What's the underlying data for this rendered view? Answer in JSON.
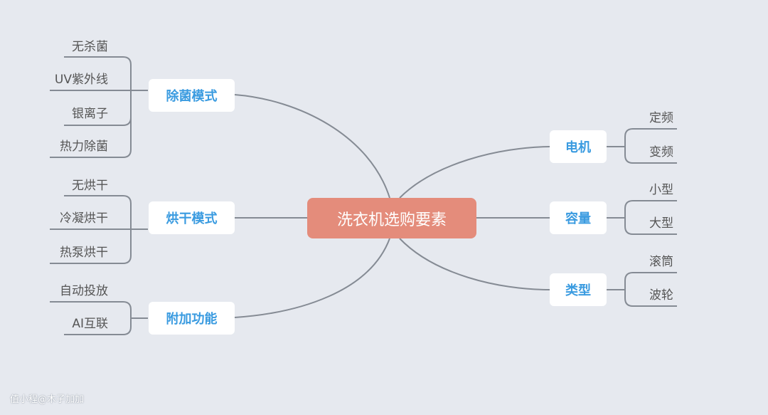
{
  "central": "洗衣机选购要素",
  "branches": {
    "sterilize": {
      "label": "除菌模式",
      "leaves": [
        "无杀菌",
        "UV紫外线",
        "银离子",
        "热力除菌"
      ]
    },
    "dry": {
      "label": "烘干模式",
      "leaves": [
        "无烘干",
        "冷凝烘干",
        "热泵烘干"
      ]
    },
    "extra": {
      "label": "附加功能",
      "leaves": [
        "自动投放",
        "AI互联"
      ]
    },
    "motor": {
      "label": "电机",
      "leaves": [
        "定频",
        "变频"
      ]
    },
    "capacity": {
      "label": "容量",
      "leaves": [
        "小型",
        "大型"
      ]
    },
    "type": {
      "label": "类型",
      "leaves": [
        "滚筒",
        "波轮"
      ]
    }
  },
  "watermark": "值小程@木子加加",
  "colors": {
    "background": "#e6e9ef",
    "central": "#e48c7b",
    "branch_text": "#3a9be0",
    "line": "#858b94",
    "leaf_text": "#555555"
  }
}
